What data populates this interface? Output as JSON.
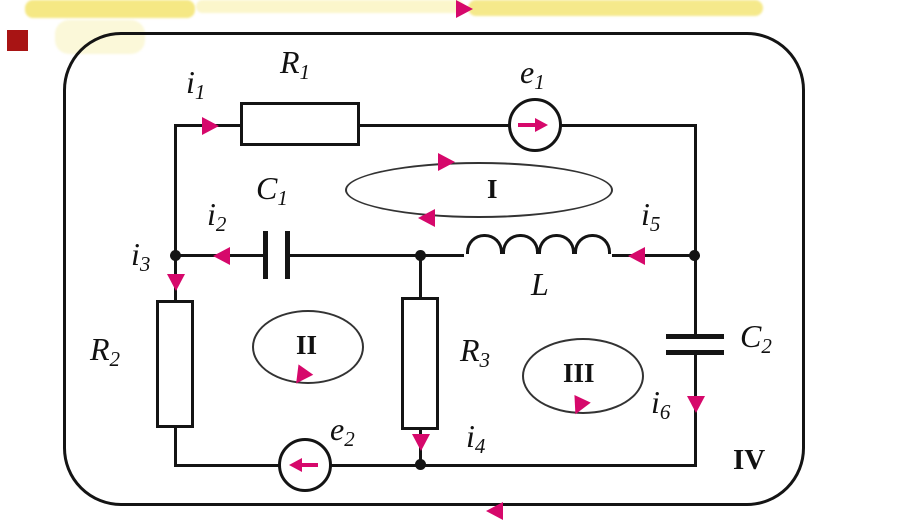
{
  "colors": {
    "wire": "#141414",
    "arrow": "#d6086b",
    "label": "#111111",
    "highlight": "#f1e167",
    "dark_red": "#a81414"
  },
  "labels": {
    "i1": {
      "base": "i",
      "sub": "1"
    },
    "i2": {
      "base": "i",
      "sub": "2"
    },
    "i3": {
      "base": "i",
      "sub": "3"
    },
    "i4": {
      "base": "i",
      "sub": "4"
    },
    "i5": {
      "base": "i",
      "sub": "5"
    },
    "i6": {
      "base": "i",
      "sub": "6"
    },
    "R1": {
      "base": "R",
      "sub": "1"
    },
    "R2": {
      "base": "R",
      "sub": "2"
    },
    "R3": {
      "base": "R",
      "sub": "3"
    },
    "C1": {
      "base": "C",
      "sub": "1"
    },
    "C2": {
      "base": "C",
      "sub": "2"
    },
    "L": {
      "base": "L",
      "sub": ""
    },
    "e1": {
      "base": "e",
      "sub": "1"
    },
    "e2": {
      "base": "e",
      "sub": "2"
    },
    "loop1": "I",
    "loop2": "II",
    "loop3": "III",
    "loop4": "IV"
  },
  "circuit": {
    "type": "electrical-schematic",
    "components": [
      {
        "id": "R1",
        "type": "resistor",
        "location": "top-branch"
      },
      {
        "id": "e1",
        "type": "emf-source",
        "location": "top-branch",
        "arrow_direction": "right"
      },
      {
        "id": "C1",
        "type": "capacitor",
        "location": "middle-branch-left"
      },
      {
        "id": "L",
        "type": "inductor",
        "location": "middle-branch-right"
      },
      {
        "id": "R2",
        "type": "resistor",
        "location": "left-branch"
      },
      {
        "id": "R3",
        "type": "resistor",
        "location": "center-branch"
      },
      {
        "id": "C2",
        "type": "capacitor",
        "location": "right-branch"
      },
      {
        "id": "e2",
        "type": "emf-source",
        "location": "bottom-branch",
        "arrow_direction": "left"
      }
    ],
    "currents": [
      {
        "id": "i1",
        "direction": "right"
      },
      {
        "id": "i2",
        "direction": "left"
      },
      {
        "id": "i3",
        "direction": "down"
      },
      {
        "id": "i4",
        "direction": "down"
      },
      {
        "id": "i5",
        "direction": "left"
      },
      {
        "id": "i6",
        "direction": "down"
      }
    ],
    "loops": [
      {
        "id": "I",
        "direction": "clockwise"
      },
      {
        "id": "II",
        "direction": "clockwise"
      },
      {
        "id": "III",
        "direction": "clockwise"
      },
      {
        "id": "IV",
        "direction": "clockwise"
      }
    ],
    "node_count": 4
  }
}
